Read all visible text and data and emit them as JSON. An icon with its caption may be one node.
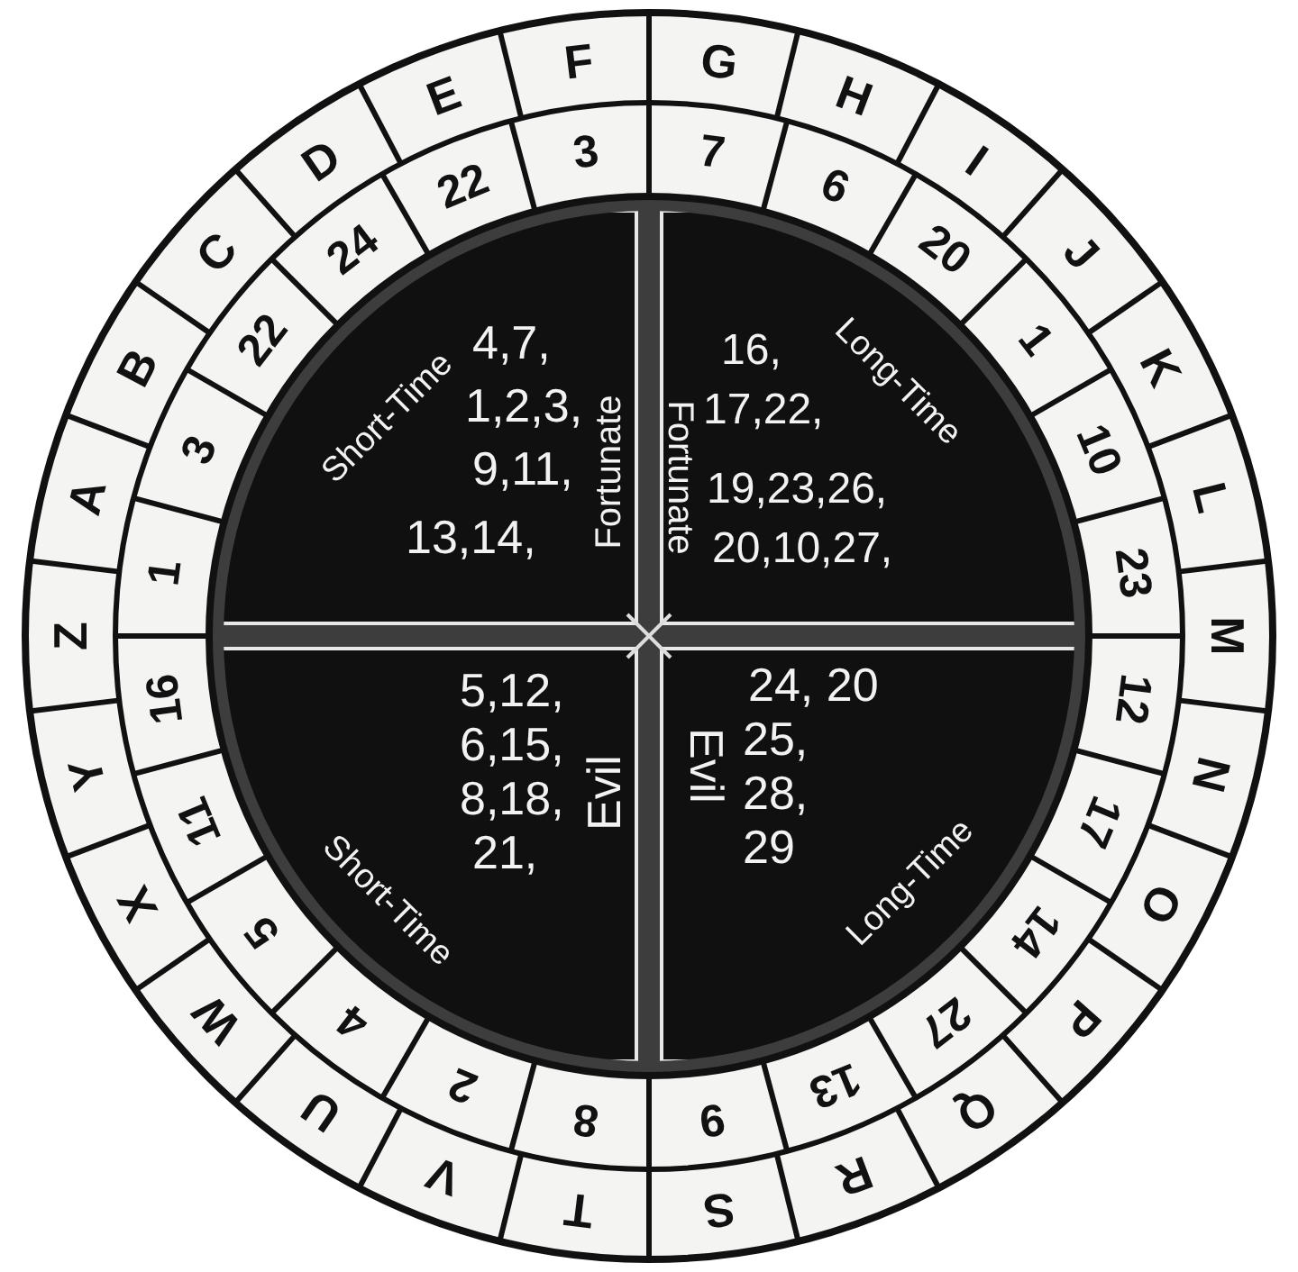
{
  "diagram": {
    "nodes": [
      {
        "text": [
          "A"
        ]
      },
      {
        "text": [
          "B"
        ]
      },
      {
        "text": [
          "C"
        ]
      },
      {
        "text": [
          "D"
        ]
      },
      {
        "text": [
          "E"
        ]
      },
      {
        "text": [
          "F"
        ]
      },
      {
        "text": [
          "G"
        ]
      },
      {
        "text": [
          "H"
        ]
      },
      {
        "text": [
          "I"
        ]
      },
      {
        "text": [
          "J"
        ]
      },
      {
        "text": [
          "K"
        ]
      },
      {
        "text": [
          "L"
        ]
      },
      {
        "text": [
          "M"
        ]
      },
      {
        "text": [
          "N"
        ]
      },
      {
        "text": [
          "O"
        ]
      },
      {
        "text": [
          "P"
        ]
      },
      {
        "text": [
          "Q"
        ]
      },
      {
        "text": [
          "R"
        ]
      },
      {
        "text": [
          "S"
        ]
      },
      {
        "text": [
          "T"
        ]
      },
      {
        "text": [
          "V"
        ]
      },
      {
        "text": [
          "U"
        ]
      },
      {
        "text": [
          "W"
        ]
      },
      {
        "text": [
          "X"
        ]
      },
      {
        "text": [
          "Y"
        ]
      },
      {
        "text": [
          "Z"
        ]
      },
      {
        "text": [
          "1"
        ]
      },
      {
        "text": [
          "3"
        ]
      },
      {
        "text": [
          "22"
        ]
      },
      {
        "text": [
          "24"
        ]
      },
      {
        "text": [
          "22"
        ]
      },
      {
        "text": [
          "3"
        ]
      },
      {
        "text": [
          "7"
        ]
      },
      {
        "text": [
          "6"
        ]
      },
      {
        "text": [
          "20"
        ]
      },
      {
        "text": [
          "1"
        ]
      },
      {
        "text": [
          "10"
        ]
      },
      {
        "text": [
          "23"
        ]
      },
      {
        "text": [
          "12"
        ]
      },
      {
        "text": [
          "17"
        ]
      },
      {
        "text": [
          "14"
        ]
      },
      {
        "text": [
          "27"
        ]
      },
      {
        "text": [
          "13"
        ]
      },
      {
        "text": [
          "9"
        ]
      },
      {
        "text": [
          "8"
        ]
      },
      {
        "text": [
          "2"
        ]
      },
      {
        "text": [
          "4"
        ]
      },
      {
        "text": [
          "5"
        ]
      },
      {
        "text": [
          "11"
        ]
      },
      {
        "text": [
          "16"
        ]
      },
      {
        "text": [
          "Short-Time",
          "4,7,",
          "1,2,3,",
          "9,11,",
          "13,14,",
          "Fortunate"
        ]
      },
      {
        "text": [
          "Long-Time",
          "16,",
          "17,22,",
          "19,23,26,",
          "20,10,27,",
          "Fortunate"
        ]
      },
      {
        "text": [
          "5,12,",
          "6,15,",
          "8,18,",
          "21,",
          "Evil",
          "Short-Time"
        ]
      },
      {
        "text": [
          "24, 20",
          "25,",
          "28,",
          "29",
          "Evil",
          "Long-Time"
        ]
      }
    ]
  }
}
